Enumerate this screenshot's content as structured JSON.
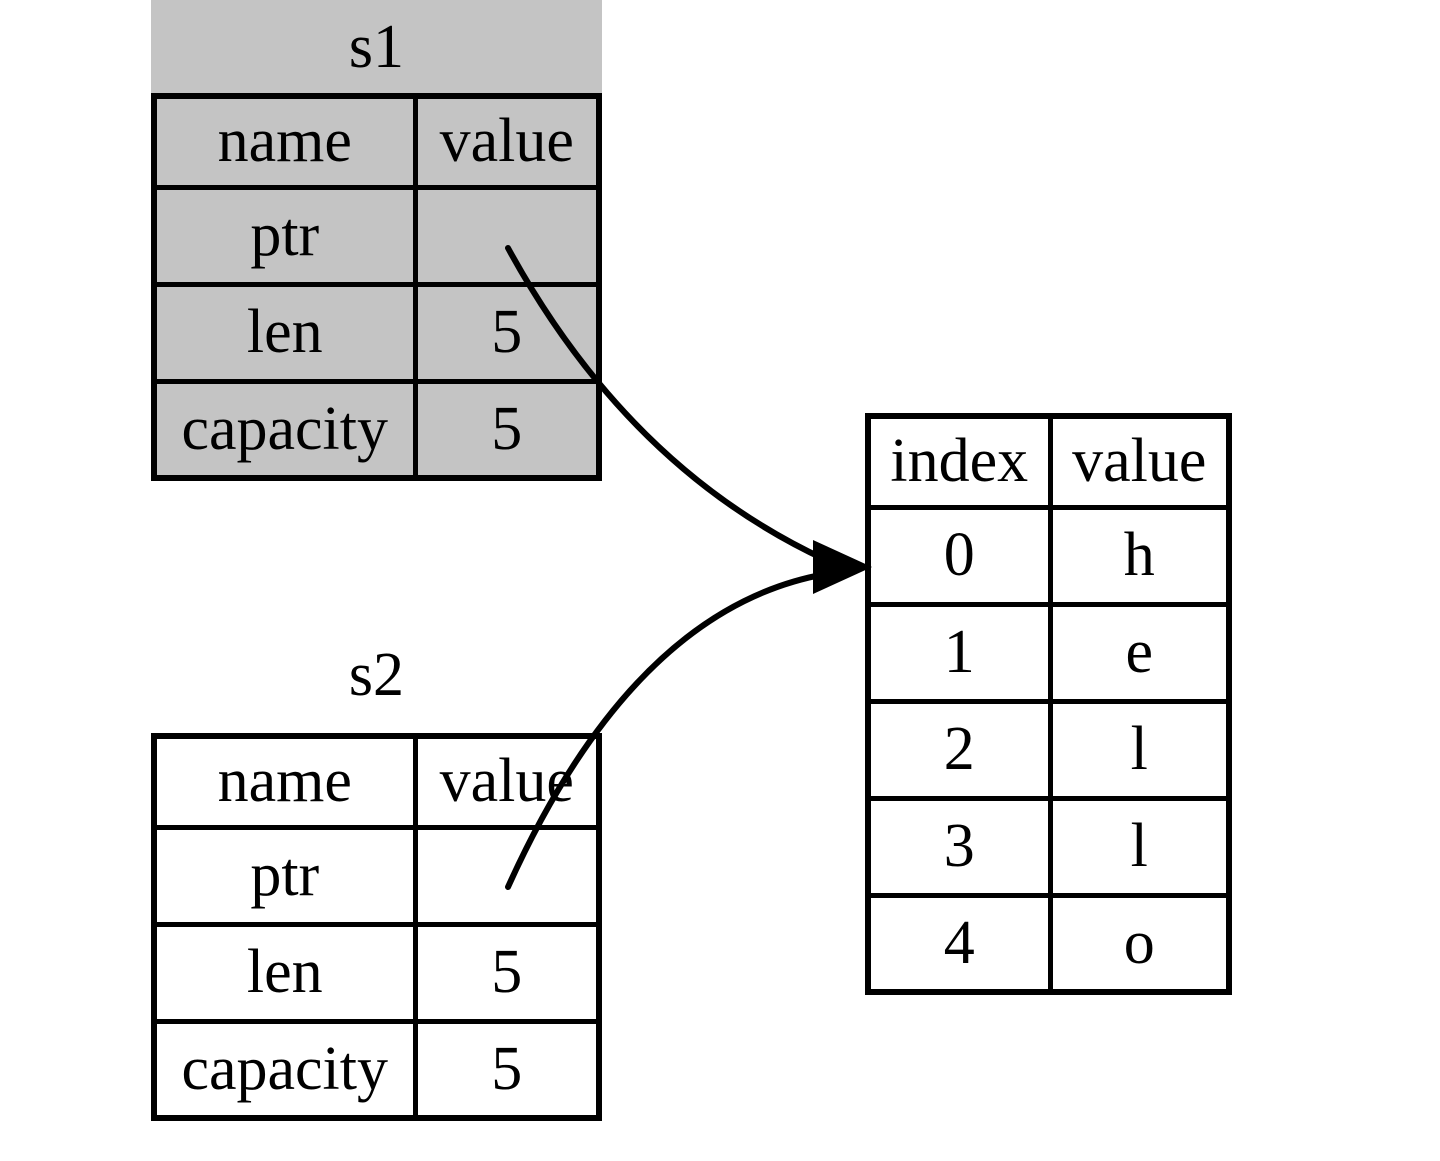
{
  "colors": {
    "s1_fill": "#c4c4c4",
    "s2_fill": "#ffffff",
    "heap_fill": "#ffffff",
    "line": "#000000"
  },
  "s1": {
    "title": "s1",
    "headers": {
      "name": "name",
      "value": "value"
    },
    "rows": [
      {
        "name": "ptr",
        "value": ""
      },
      {
        "name": "len",
        "value": "5"
      },
      {
        "name": "capacity",
        "value": "5"
      }
    ]
  },
  "s2": {
    "title": "s2",
    "headers": {
      "name": "name",
      "value": "value"
    },
    "rows": [
      {
        "name": "ptr",
        "value": ""
      },
      {
        "name": "len",
        "value": "5"
      },
      {
        "name": "capacity",
        "value": "5"
      }
    ]
  },
  "heap": {
    "headers": {
      "index": "index",
      "value": "value"
    },
    "rows": [
      {
        "index": "0",
        "value": "h"
      },
      {
        "index": "1",
        "value": "e"
      },
      {
        "index": "2",
        "value": "l"
      },
      {
        "index": "3",
        "value": "l"
      },
      {
        "index": "4",
        "value": "o"
      }
    ]
  }
}
